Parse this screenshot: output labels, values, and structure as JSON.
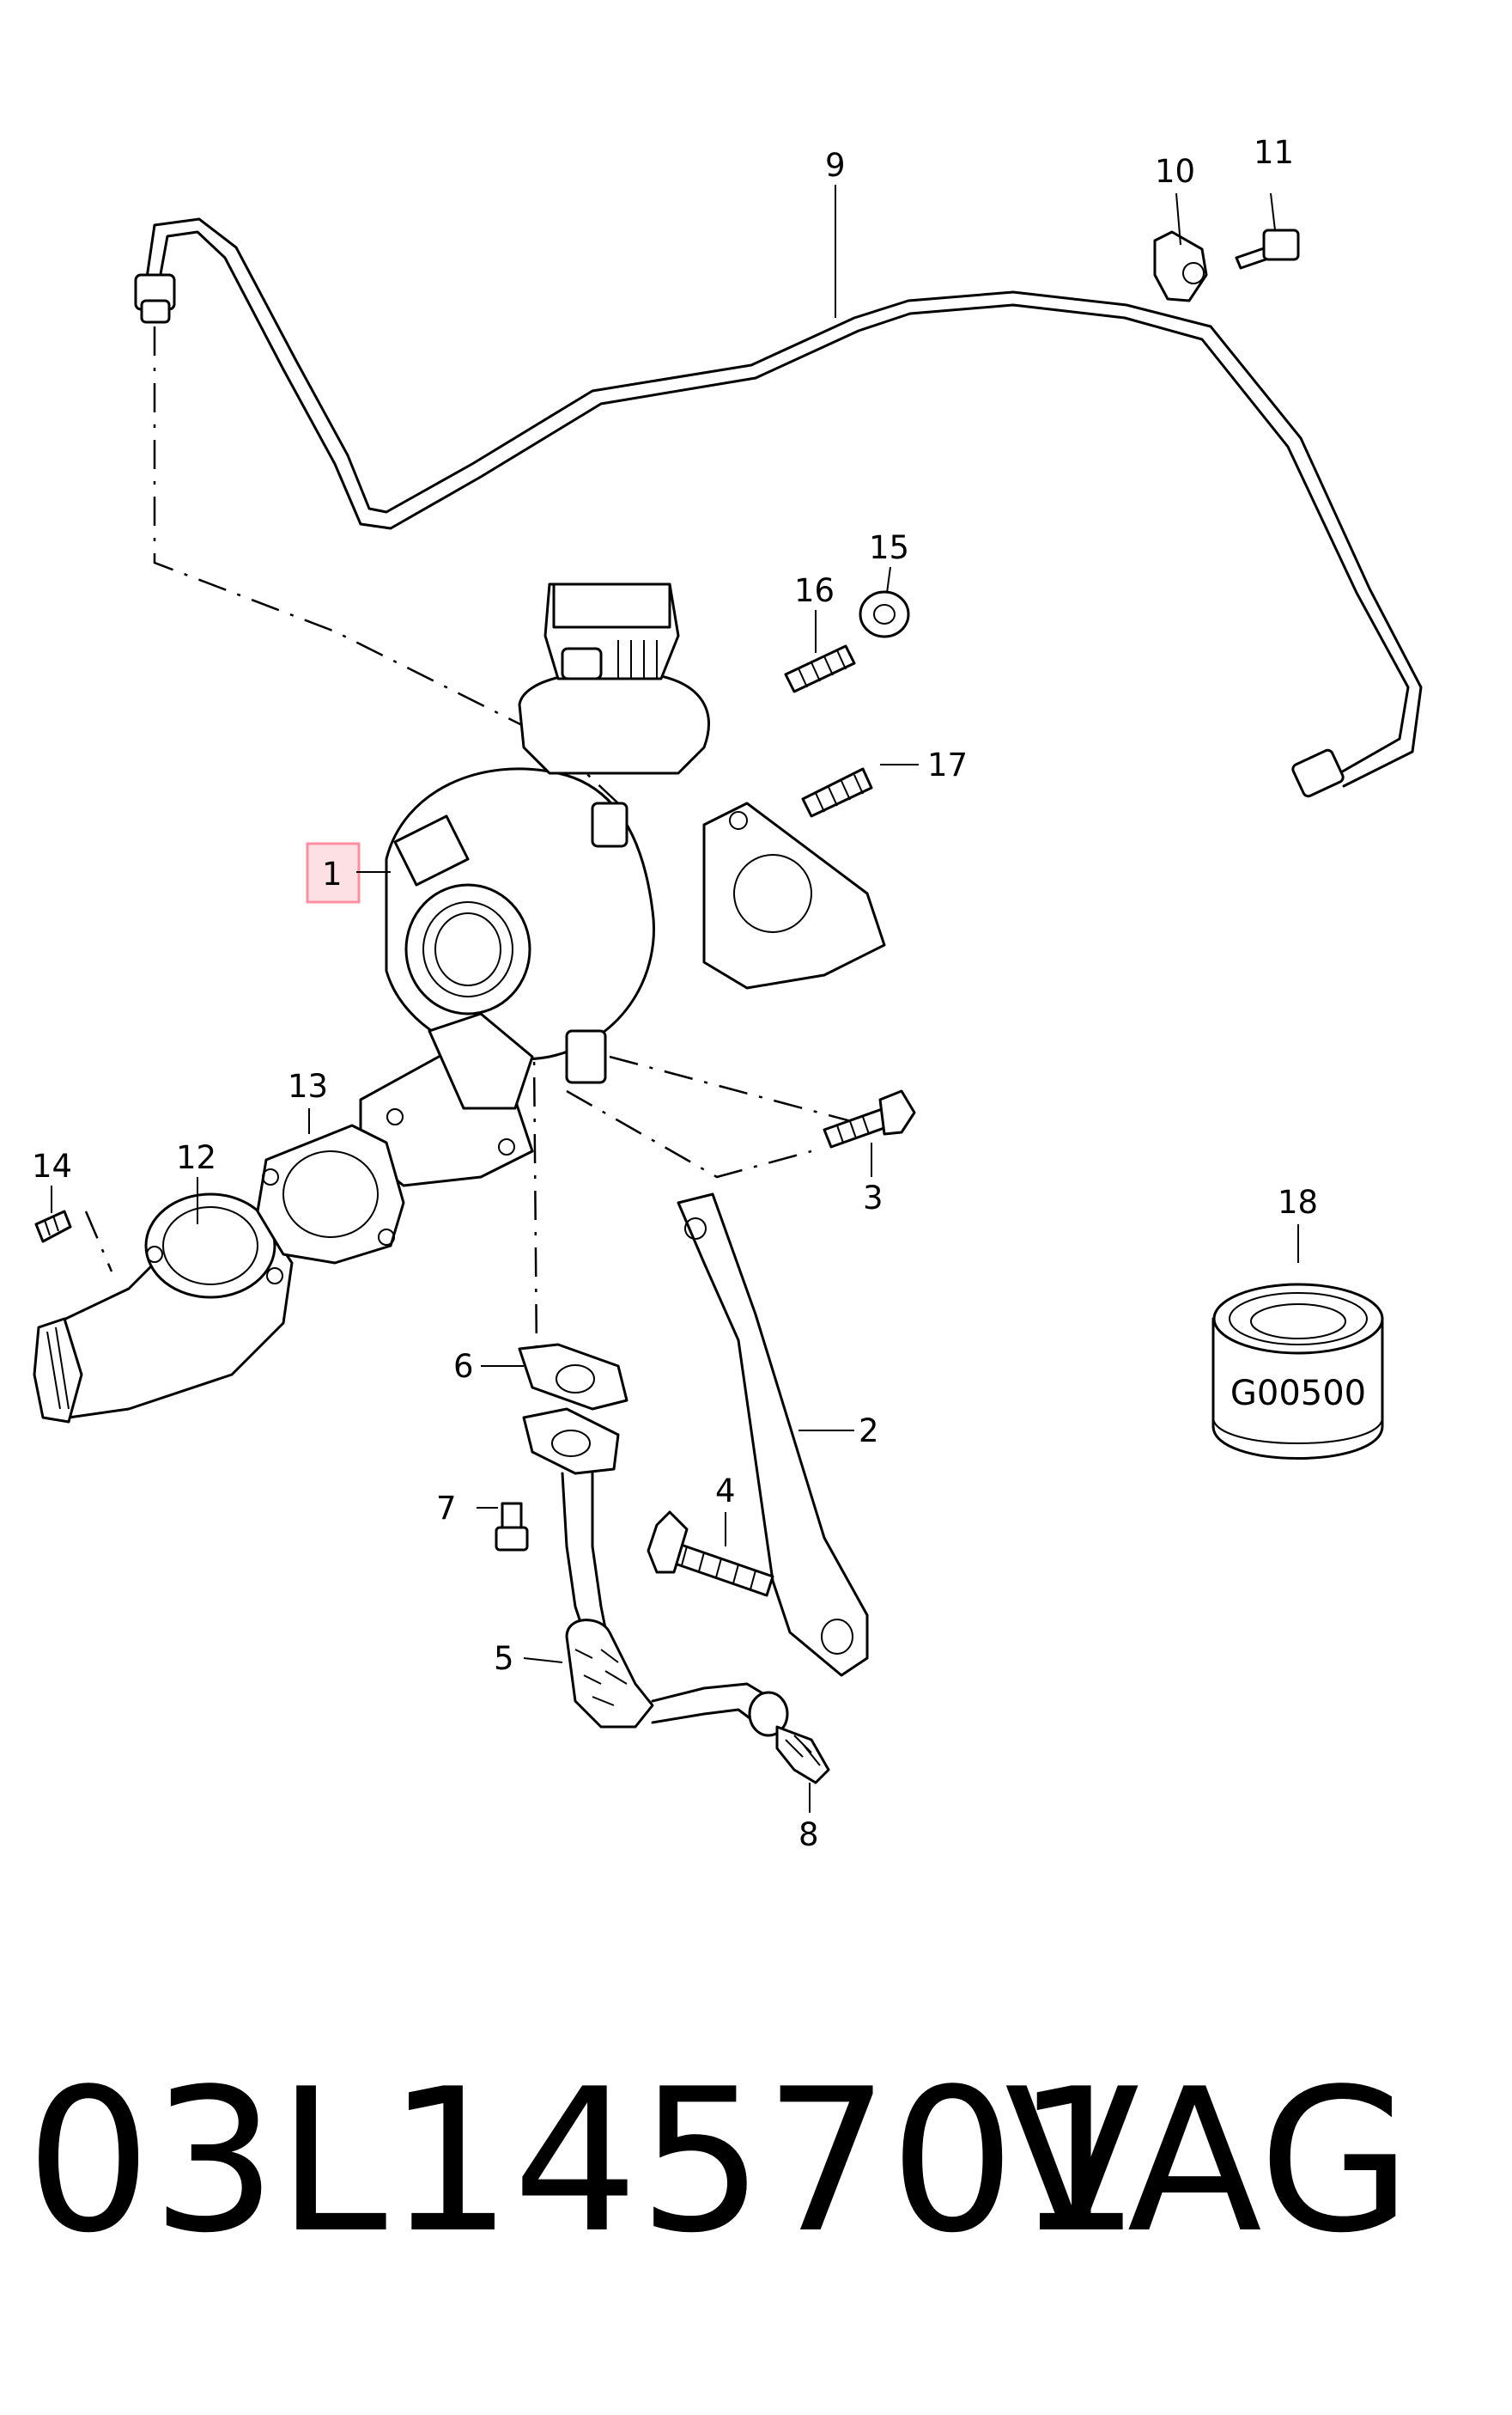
{
  "callouts": {
    "c1": "1",
    "c2": "2",
    "c3": "3",
    "c4": "4",
    "c5": "5",
    "c6": "6",
    "c7": "7",
    "c8": "8",
    "c9": "9",
    "c10": "10",
    "c11": "11",
    "c12": "12",
    "c13": "13",
    "c14": "14",
    "c15": "15",
    "c16": "16",
    "c17": "17",
    "c18": "18"
  },
  "highlight_color": "#ff8fa0",
  "filter_label": "G00500",
  "footer": {
    "part_number": "03L145701",
    "brand": "VAG"
  }
}
